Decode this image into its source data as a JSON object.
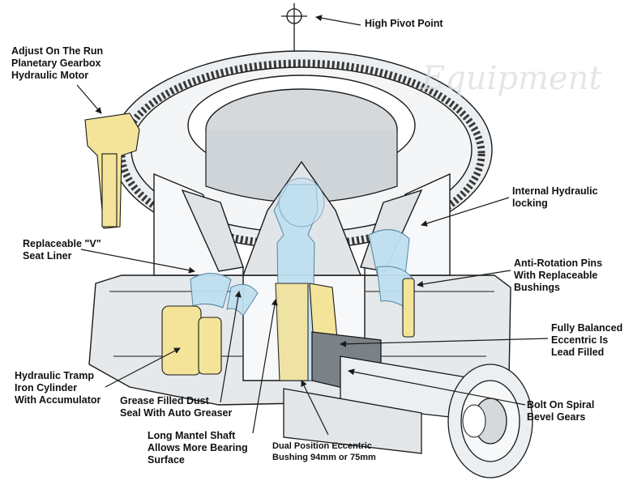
{
  "labels": {
    "high_pivot": [
      "High Pivot Point"
    ],
    "gearbox": [
      "Adjust On The Run",
      "Planetary Gearbox",
      "Hydraulic Motor"
    ],
    "hydraulic_locking": [
      "Internal Hydraulic",
      "locking"
    ],
    "v_seat": [
      "Replaceable \"V\"",
      "Seat Liner"
    ],
    "anti_rotation": [
      "Anti-Rotation Pins",
      "With Replaceable",
      "Bushings"
    ],
    "eccentric": [
      "Fully Balanced",
      "Eccentric Is",
      "Lead Filled"
    ],
    "tramp": [
      "Hydraulic Tramp",
      "Iron Cylinder",
      "With Accumulator"
    ],
    "grease": [
      "Grease Filled Dust",
      "Seal With Auto Greaser"
    ],
    "bevel": [
      "Bolt On Spiral",
      "Bevel Gears"
    ],
    "mantel": [
      "Long Mantel Shaft",
      "Allows More Bearing",
      "Surface"
    ],
    "bushing": [
      "Dual Position Eccentric",
      "Bushing 94mm or 75mm"
    ]
  },
  "colors": {
    "line": "#1a1a1a",
    "metal": "#e9ecee",
    "metal_dark": "#c9ced2",
    "blue": "#bfe0f1",
    "yellow": "#f3e49a"
  }
}
